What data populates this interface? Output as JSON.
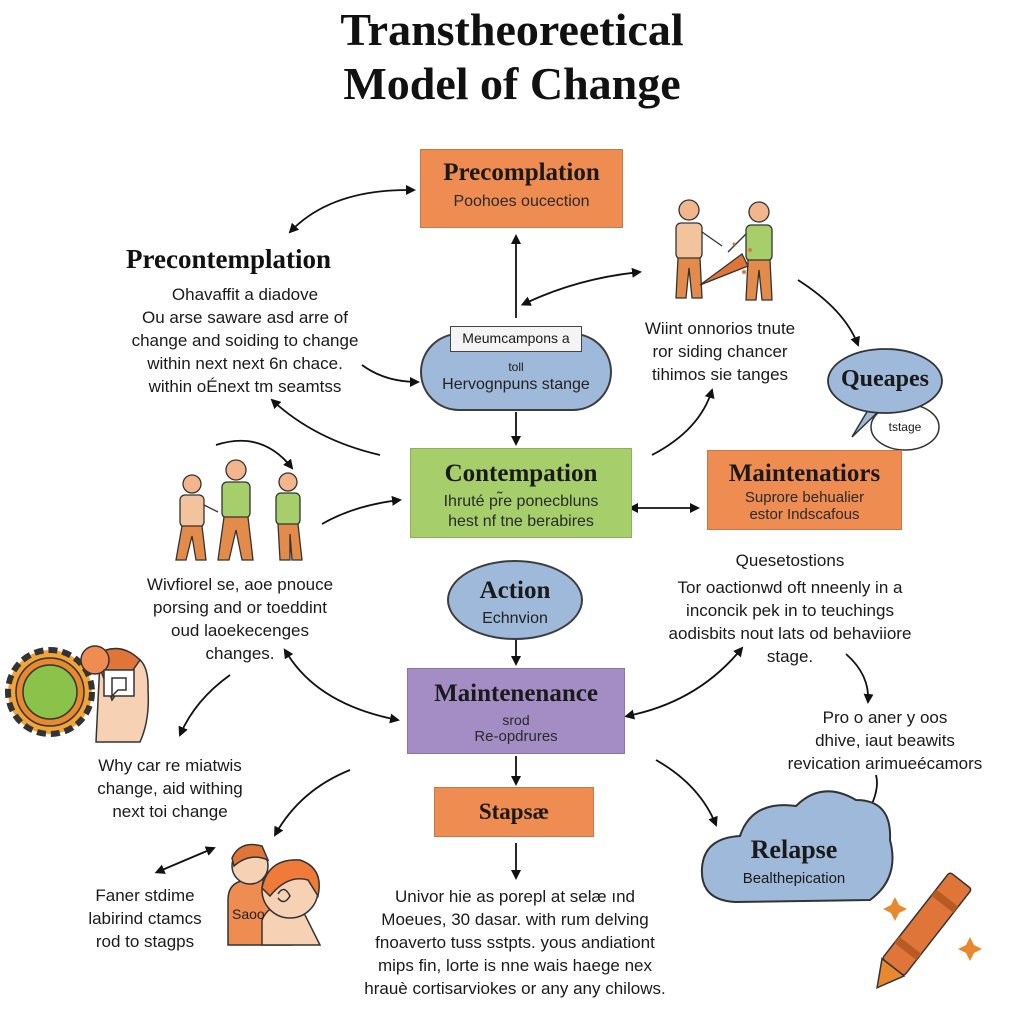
{
  "title": {
    "line1": "Transtheoreetical",
    "line2": "Model of Change"
  },
  "stages": {
    "top": {
      "heading": "Precomplation",
      "sub": "Poohoes oucection"
    },
    "contemplation": {
      "heading": "Contempation",
      "sub1": "Ihruté pr̃e ponecbluns",
      "sub2": "hest nf tne berabires"
    },
    "maint_right": {
      "heading": "Maintenatiors",
      "sub1": "Suprore behualier",
      "sub2": "estor Indscafous"
    },
    "maintenance": {
      "heading": "Maintenenance",
      "sub1": "srod",
      "sub2": "Re-opdrures"
    },
    "steps": {
      "heading": "Stapsæ"
    }
  },
  "blobs": {
    "top_blob": {
      "label": "Meumcampons a",
      "small": "toll",
      "sub": "Hervognpuns stange"
    },
    "action": {
      "heading": "Action",
      "sub": "Echnvion"
    },
    "queapes": {
      "heading": "Queapes",
      "small": "tstage"
    },
    "relapse": {
      "heading": "Relapse",
      "sub": "Bealthepication"
    }
  },
  "left_heading": "Precontemplation",
  "texts": {
    "left_top": [
      "Ohavaffit a diadove",
      "Ou arse saware asd arre of",
      "change and soiding to change",
      "within next next 6n chace.",
      "within oÉnext tm seamtss"
    ],
    "right_top": [
      "Wiint onnorios tnute",
      "ror siding chancer",
      "tihimos sie tanges"
    ],
    "left_mid": [
      "Wivfiorel se, aoe pnouce",
      "porsing and or toeddint",
      "oud laoekecenges",
      "changes."
    ],
    "right_mid": [
      "Quesetostions",
      "Tor oactionwd oft nneenly in a",
      "inconcik pek in to teuchings",
      "aodisbits nout lats od behaviiore",
      "stage."
    ],
    "left_low": [
      "Why car re miatwis",
      "change, aid withing",
      "next toi change"
    ],
    "right_low": [
      "Pro o aner y oos",
      "dhive, iaut beawits",
      "revication arimueécamors"
    ],
    "bottom_left": [
      "Faner stdime",
      "labirind ctamcs",
      "rod to stagps"
    ],
    "bottom_center": [
      "Univor hie as porepl at selæ ınd",
      "Moeues, 30 dasar. with rum delving",
      "fnoaverto tuss sstpts. yous andiationt",
      "mips fin, lorte is nne wais haege nex",
      "hrauè cortisarviokes or any any chilows."
    ]
  },
  "figure_text": "Saoo",
  "icons": [
    "people-icon",
    "group-people-icon",
    "gear-head-icon",
    "two-faces-icon",
    "crayon-icon",
    "sparkle-icon"
  ],
  "colors": {
    "orange": "#ef8c52",
    "green": "#a6cf6b",
    "purple": "#a48cc4",
    "blue": "#9fb9da"
  }
}
